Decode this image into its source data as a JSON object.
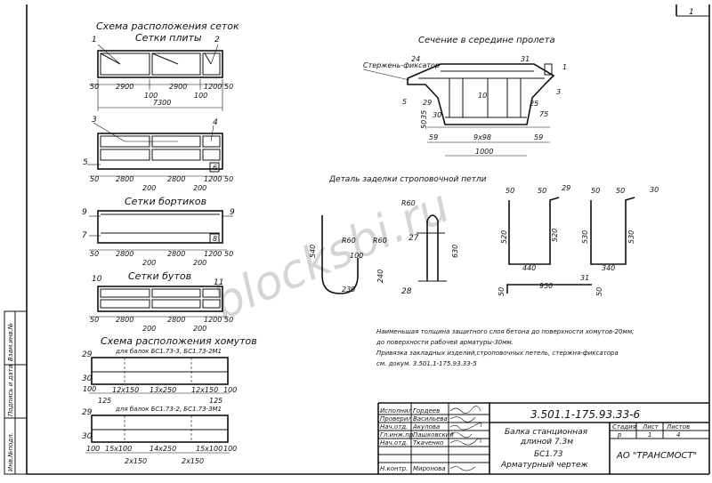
{
  "sheet": {
    "page_number": "1",
    "doc_code": "3.501.1-175.93.33-6",
    "title_line1": "Балка станционная",
    "title_line2": "длиной 7.3м",
    "mark": "БС1.73",
    "drawing_type": "Арматурный чертеж",
    "stage_header": "Стадия",
    "sheet_header": "Лист",
    "sheets_header": "Листов",
    "stage_value": "р",
    "sheet_value": "1",
    "sheets_value": "4",
    "organization": "АО \"ТРАНСМОСТ\"",
    "watermark": "blocksbi.ru"
  },
  "signatures": [
    {
      "role": "Исполнил",
      "name": "Гордеев"
    },
    {
      "role": "Проверил",
      "name": "Васильева"
    },
    {
      "role": "Нач.отд.",
      "name": "Акулова"
    },
    {
      "role": "Гл.инж.пр.",
      "name": "Пашковский"
    },
    {
      "role": "Нач.отд.",
      "name": "Ткаченко"
    },
    {
      "role": "Н.контр.",
      "name": "Миронова"
    }
  ],
  "side_stamp": {
    "inv_orig": "Инв.№подл.",
    "sign_date": "Подпись и дата",
    "inv_replace": "Взам.инв.№"
  },
  "left": {
    "main_title": "Схема расположения сеток",
    "slab_title": "Сетки плиты",
    "sides_title": "Сетки бортиков",
    "ribs_title": "Сетки бутов",
    "stirrups_title": "Схема расположения хомутов",
    "beams_a": "для балок БС1.73-3, БС1.73-2М1",
    "beams_b": "для балок БС1.73-2, БС1.73-3М1",
    "slab_callouts": [
      "1",
      "2"
    ],
    "slab_dims": [
      "50",
      "2900",
      "2900",
      "1200",
      "50"
    ],
    "slab_gaps": [
      "100",
      "100"
    ],
    "slab_total": "7300",
    "mesh2_callouts": [
      "3",
      "4",
      "5",
      "6"
    ],
    "mesh2_dims": [
      "50",
      "2800",
      "2800",
      "1200",
      "50"
    ],
    "mesh2_gaps": [
      "200",
      "200"
    ],
    "sides_callouts": [
      "9",
      "9",
      "7",
      "8"
    ],
    "sides_dims": [
      "50",
      "2800",
      "2800",
      "1200",
      "50"
    ],
    "sides_gaps": [
      "200",
      "200"
    ],
    "ribs_callouts": [
      "10",
      "11"
    ],
    "ribs_dims": [
      "50",
      "2800",
      "2800",
      "1200",
      "50"
    ],
    "ribs_gaps": [
      "200",
      "200"
    ],
    "st_a_callouts": [
      "29",
      "30"
    ],
    "st_a_dims": [
      "100",
      "12х150",
      "13х250",
      "12х150",
      "100"
    ],
    "st_a_sub": [
      "125",
      "125"
    ],
    "st_b_callouts": [
      "29",
      "30"
    ],
    "st_b_dims": [
      "100",
      "15х100",
      "14х250",
      "15х100",
      "100"
    ],
    "st_b_sub": [
      "2х150",
      "2х150"
    ]
  },
  "section": {
    "title": "Сечение в середине пролета",
    "rod_label": "Стержень-фиксатор",
    "callouts": [
      "24",
      "31",
      "1",
      "3",
      "10",
      "5",
      "29",
      "30",
      "25",
      "75"
    ],
    "bottom_dims": [
      "50",
      "35",
      "59",
      "9х98",
      "59"
    ],
    "width": "1000"
  },
  "loop": {
    "title": "Деталь заделки строповочной петли",
    "dims": [
      "R60",
      "R60",
      "R60",
      "540",
      "630",
      "100",
      "240",
      "230"
    ],
    "callouts": [
      "27",
      "28"
    ]
  },
  "bars": {
    "bar29": {
      "callout": "29",
      "legs": [
        "50",
        "50"
      ],
      "height": "520",
      "height2": "520",
      "width": "440"
    },
    "bar30": {
      "callout": "30",
      "legs": [
        "50",
        "50"
      ],
      "height": "530",
      "height2": "530",
      "width": "340"
    },
    "bar31": {
      "callout": "31",
      "legs": [
        "50",
        "50"
      ],
      "length": "950"
    }
  },
  "notes": [
    "Наименьшая толщина защитного слоя бетона до поверхности хомутов-20мм;",
    "до поверхности рабочей арматуры-30мм.",
    "Привязка закладных изделий,строповочных петель, стержня-фиксатора",
    "см. докум. 3.501.1-175.93.33-5"
  ]
}
